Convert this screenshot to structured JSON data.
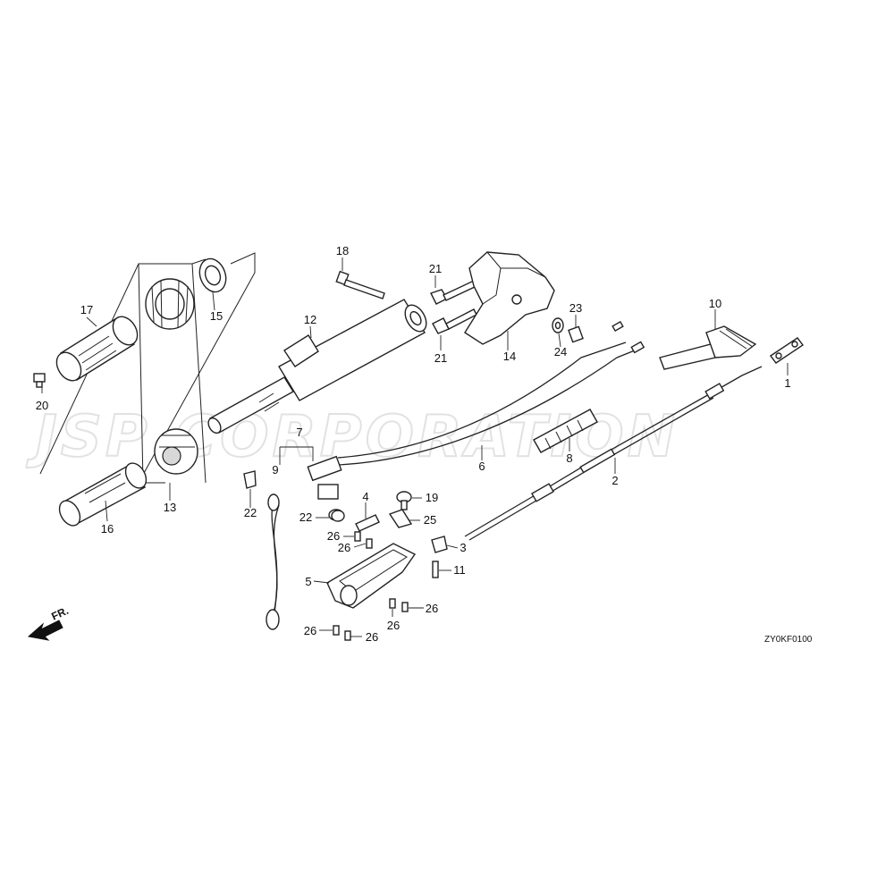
{
  "watermark": "JSP CORPORATION",
  "diagram_code": "ZY0KF0100",
  "direction_marker": "FR.",
  "callouts": {
    "c1": "1",
    "c2": "2",
    "c3": "3",
    "c4": "4",
    "c5": "5",
    "c6": "6",
    "c7": "7",
    "c8": "8",
    "c9": "9",
    "c10": "10",
    "c11": "11",
    "c12": "12",
    "c13": "13",
    "c14": "14",
    "c15": "15",
    "c16": "16",
    "c17": "17",
    "c18": "18",
    "c19": "19",
    "c20": "20",
    "c21a": "21",
    "c21b": "21",
    "c22a": "22",
    "c22b": "22",
    "c23": "23",
    "c24": "24",
    "c25": "25",
    "c26a": "26",
    "c26b": "26",
    "c26c": "26",
    "c26d": "26",
    "c26e": "26"
  }
}
